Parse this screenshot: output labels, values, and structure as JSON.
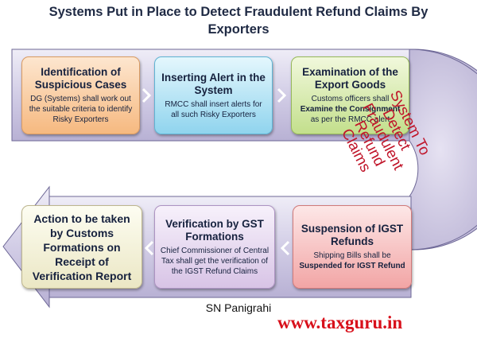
{
  "title": {
    "line1": "Systems Put in Place to Detect Fraudulent Refund Claims By",
    "line2": "Exporters"
  },
  "steps": {
    "s1": {
      "title": "Identification of Suspicious Cases",
      "body": "DG (Systems) shall work out the suitable criteria to identify Risky Exporters"
    },
    "s2": {
      "title": "Inserting Alert in the System",
      "body": "RMCC shall insert alerts for all such Risky Exporters"
    },
    "s3": {
      "title": "Examination of the Export Goods",
      "body_prefix": "Customs officers shall ",
      "body_bold": "Examine the Consignment",
      "body_suffix": " as per the RMCC alert"
    },
    "s4": {
      "title": "Action to be taken by Customs Formations on Receipt of Verification Report"
    },
    "s5": {
      "title": "Verification by GST Formations",
      "body": "Chief Commissioner of Central Tax shall get the verification of the IGST Refund Claims"
    },
    "s6": {
      "title": "Suspension of IGST Refunds",
      "body_prefix": "Shipping Bills shall be ",
      "body_bold": "Suspended for IGST Refund"
    }
  },
  "side_label": [
    "System To Detect",
    "Fraudulent",
    "Refund",
    "Claims"
  ],
  "author": "SN Panigrahi",
  "website": "www.taxguru.in",
  "colors": {
    "arrow_fill": "#d2cde6",
    "arrow_edge": "#6d6796",
    "side_text": "#c0152a",
    "website": "#d8101b"
  }
}
